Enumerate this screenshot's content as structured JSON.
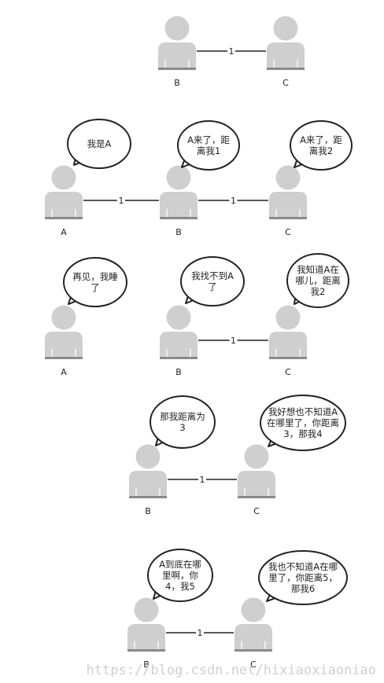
{
  "diagram": {
    "scenes": [
      {
        "nodes": [
          {
            "id": "B",
            "label": "B"
          },
          {
            "id": "C",
            "label": "C"
          }
        ],
        "edges": [
          {
            "from": "B",
            "to": "C",
            "label": "1"
          }
        ],
        "bubbles": []
      },
      {
        "nodes": [
          {
            "id": "A",
            "label": "A"
          },
          {
            "id": "B",
            "label": "B"
          },
          {
            "id": "C",
            "label": "C"
          }
        ],
        "edges": [
          {
            "from": "A",
            "to": "B",
            "label": "1"
          },
          {
            "from": "B",
            "to": "C",
            "label": "1"
          }
        ],
        "bubbles": [
          {
            "node": "A",
            "lines": [
              "我是A"
            ]
          },
          {
            "node": "B",
            "lines": [
              "A来了，距",
              "离我1"
            ]
          },
          {
            "node": "C",
            "lines": [
              "A来了，距",
              "离我2"
            ]
          }
        ]
      },
      {
        "nodes": [
          {
            "id": "A",
            "label": "A"
          },
          {
            "id": "B",
            "label": "B"
          },
          {
            "id": "C",
            "label": "C"
          }
        ],
        "edges": [
          {
            "from": "B",
            "to": "C",
            "label": "1"
          }
        ],
        "bubbles": [
          {
            "node": "A",
            "lines": [
              "再见，我睡",
              "了"
            ]
          },
          {
            "node": "B",
            "lines": [
              "我找不到A",
              "了"
            ]
          },
          {
            "node": "C",
            "lines": [
              "我知道A在",
              "哪儿，距离",
              "我2"
            ]
          }
        ]
      },
      {
        "nodes": [
          {
            "id": "B",
            "label": "B"
          },
          {
            "id": "C",
            "label": "C"
          }
        ],
        "edges": [
          {
            "from": "B",
            "to": "C",
            "label": "1"
          }
        ],
        "bubbles": [
          {
            "node": "B",
            "lines": [
              "那我距离为",
              "3"
            ]
          },
          {
            "node": "C",
            "lines": [
              "我好想也不知道A",
              "在哪里了，你距离",
              "3，那我4"
            ]
          }
        ]
      },
      {
        "nodes": [
          {
            "id": "B",
            "label": "B"
          },
          {
            "id": "C",
            "label": "C"
          }
        ],
        "edges": [
          {
            "from": "B",
            "to": "C",
            "label": "1"
          }
        ],
        "bubbles": [
          {
            "node": "B",
            "lines": [
              "A到底在哪",
              "里啊，你",
              "4，我5"
            ]
          },
          {
            "node": "C",
            "lines": [
              "我也不知道A在哪",
              "里了，你距离5，",
              "那我6"
            ]
          }
        ]
      }
    ]
  },
  "watermark": "https://blog.csdn.net/hixiaoxiaoniao"
}
